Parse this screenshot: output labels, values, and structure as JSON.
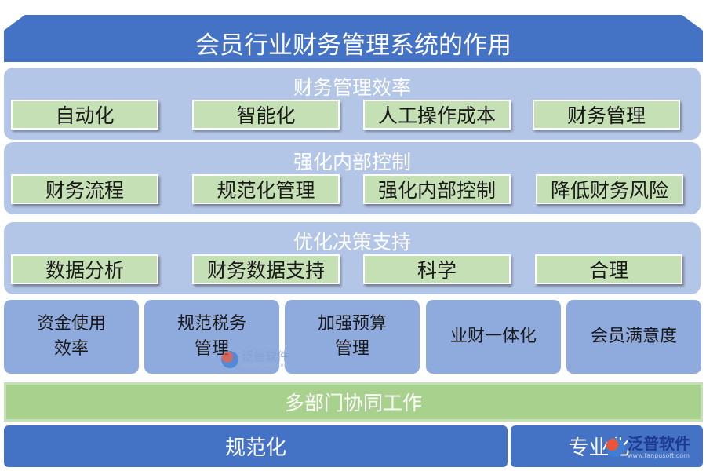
{
  "title": "会员行业财务管理系统的作用",
  "panels": [
    {
      "title": "财务管理效率",
      "items": [
        "自动化",
        "智能化",
        "人工操作成本",
        "财务管理"
      ]
    },
    {
      "title": "强化内部控制",
      "items": [
        "财务流程",
        "规范化管理",
        "强化内部控制",
        "降低财务风险"
      ]
    },
    {
      "title": "优化决策支持",
      "items": [
        "数据分析",
        "财务数据支持",
        "科学",
        "合理"
      ]
    }
  ],
  "boxes": [
    [
      "资金使用",
      "效率"
    ],
    [
      "规范税务",
      "管理"
    ],
    [
      "加强预算",
      "管理"
    ],
    [
      "业财一体化"
    ],
    [
      "会员满意度"
    ]
  ],
  "collab_bar": "多部门协同工作",
  "bottom_bars": [
    "规范化",
    "专业化"
  ],
  "watermark": {
    "text": "泛普软件",
    "subtext": "www.fanpusoft.com"
  },
  "colors": {
    "banner": "#4472c4",
    "panel": "#b4c6e7",
    "pill": "#c5e0b4",
    "box": "#8faadc",
    "collab": "#a9d18e"
  }
}
